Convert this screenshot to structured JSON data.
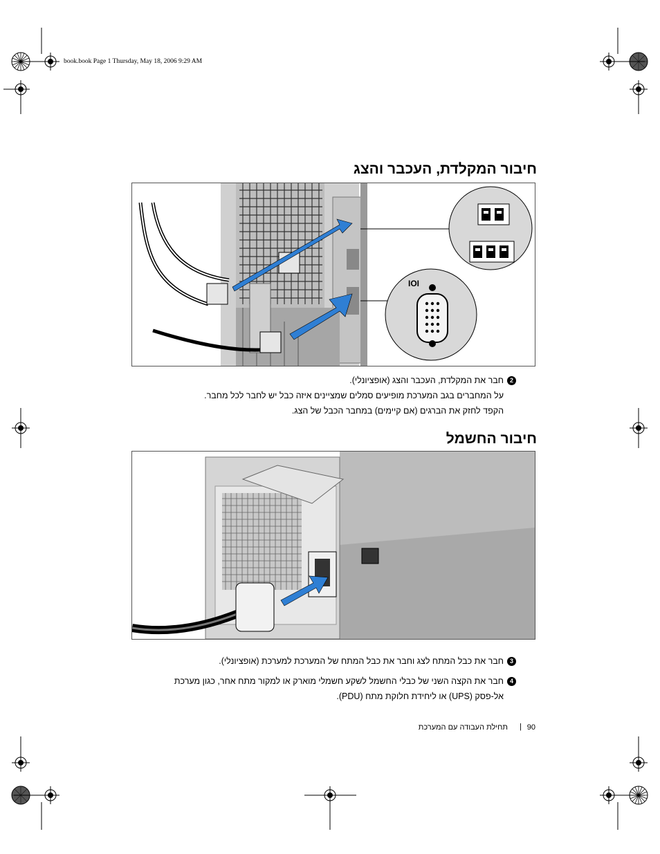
{
  "slug_line": "book.book  Page 1  Thursday, May 18, 2006  9:29 AM",
  "section1": {
    "title": "חיבור המקלדת, העכבר והצג",
    "step": {
      "number": "2",
      "line1": "חבר את המקלדת, העכבר והצג (אופציונלי).",
      "line2": "על המחברים בגב המערכת מופיעים סמלים שמציינים איזה כבל יש לחבר לכל מחבר.",
      "line3": "הקפד לחזק את הברגים (אם קיימים) במחבר הכבל של הצג."
    }
  },
  "section2": {
    "title": "חיבור החשמל",
    "steps": [
      {
        "number": "3",
        "line1": "חבר את כבל המתח לצג וחבר את כבל המתח של המערכת למערכת (אופציונלי).",
        "line2": ""
      },
      {
        "number": "4",
        "line1": "חבר את הקצה השני של כבלי החשמל לשקע חשמלי מוארק או למקור מתח אחר, כגון מערכת",
        "line2": "אל-פסק (UPS) או ליחידת חלוקת מתח (PDU)."
      }
    ]
  },
  "footer": {
    "page_number": "90",
    "separator": "|",
    "text": "תחילת העבודה עם המערכת"
  },
  "figure1": {
    "vga_symbol": "IOI"
  }
}
